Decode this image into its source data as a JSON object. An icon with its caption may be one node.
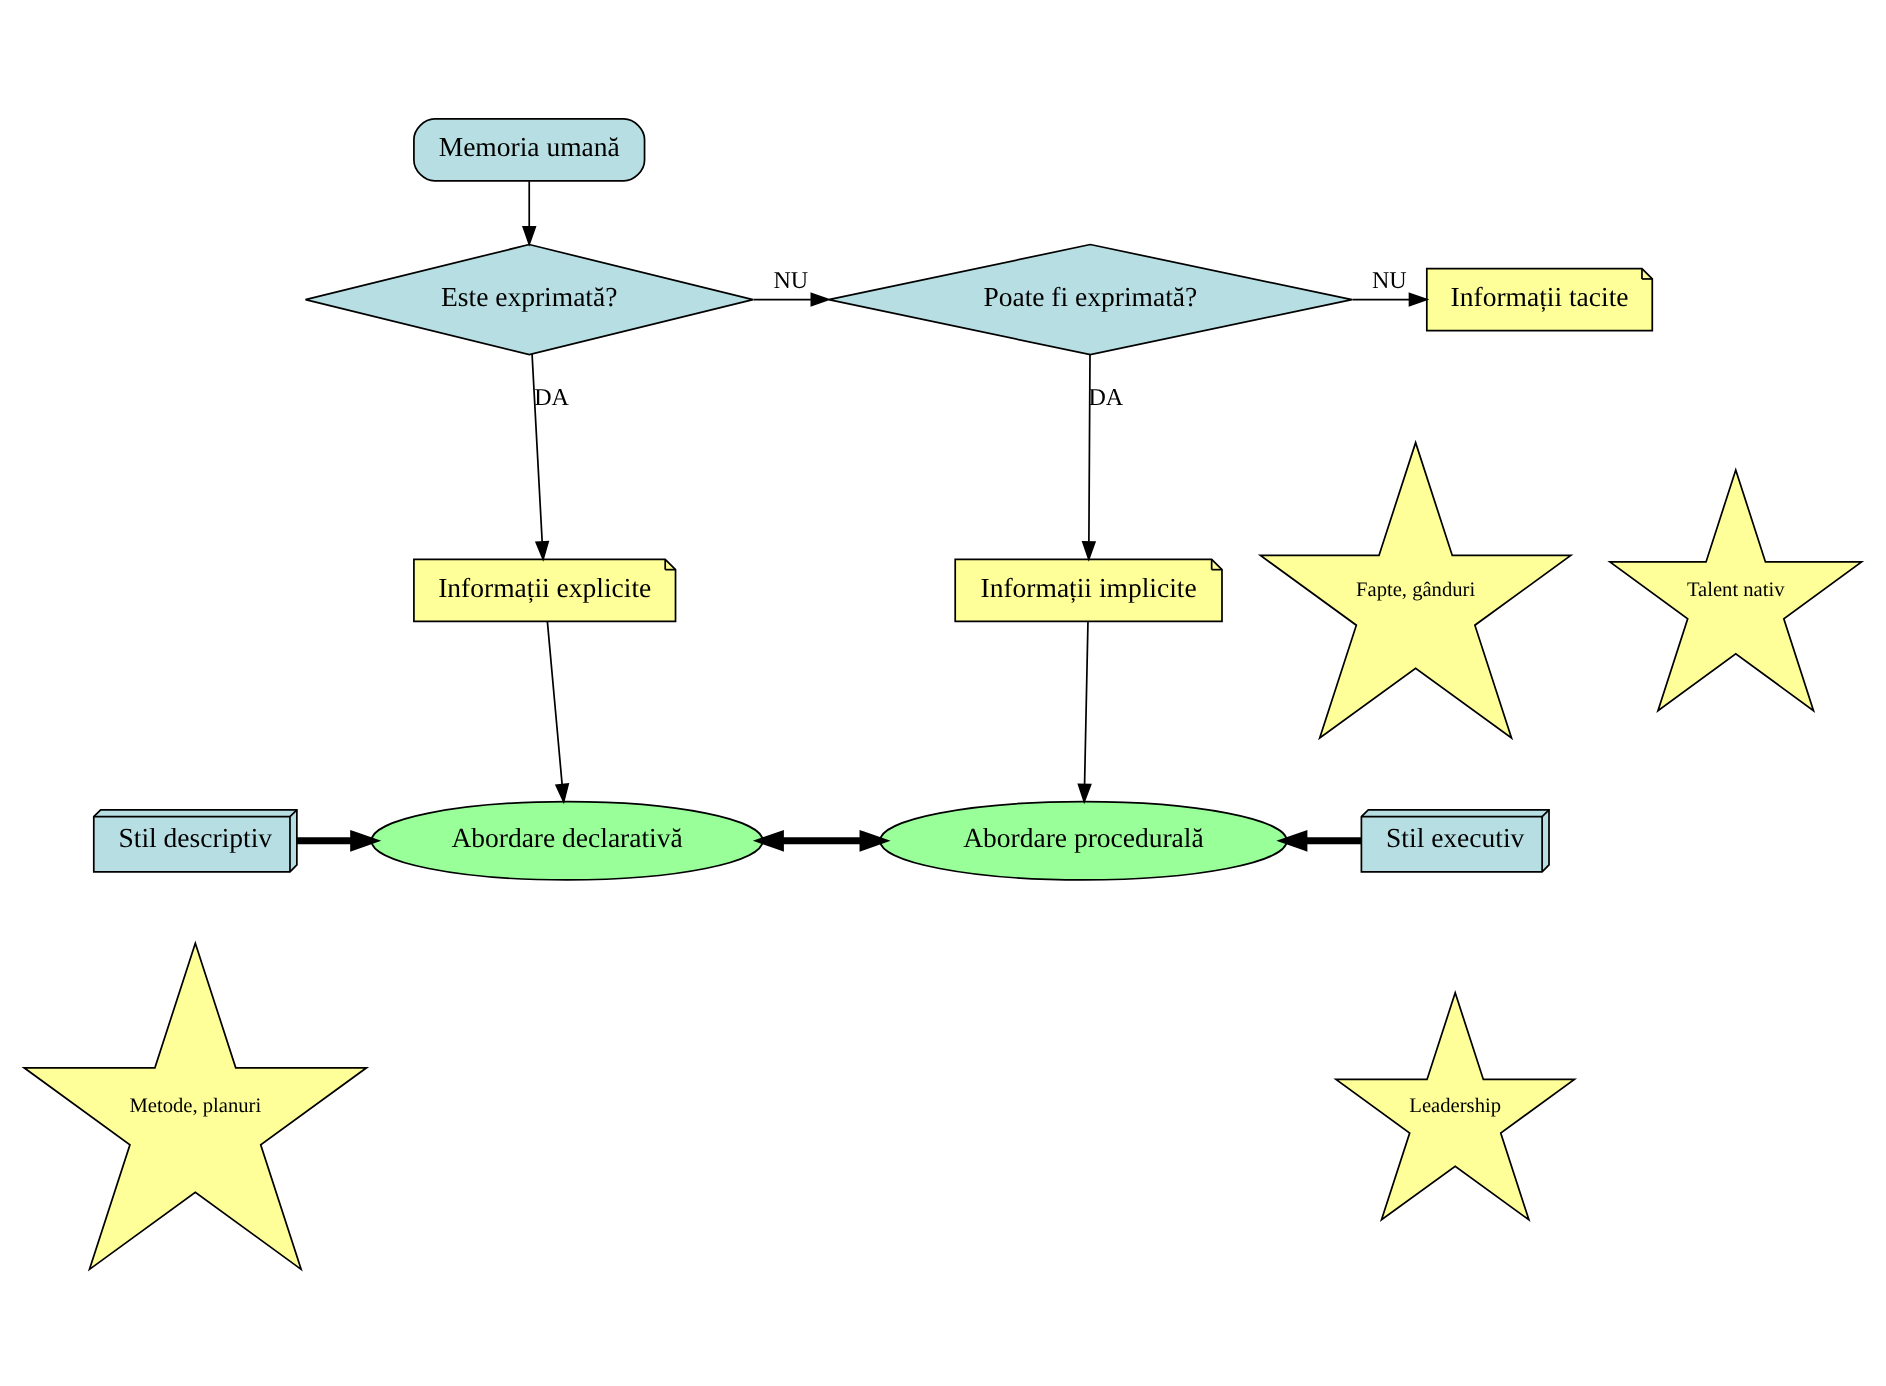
{
  "diagram": {
    "nodes": [
      {
        "text": [
          "Memoria umană"
        ]
      },
      {
        "text": [
          "Este exprimată?"
        ]
      },
      {
        "text": [
          "Poate fi exprimată?"
        ]
      },
      {
        "text": [
          "Informații tacite"
        ]
      },
      {
        "text": [
          "Informații explicite"
        ]
      },
      {
        "text": [
          "Informații implicite"
        ]
      },
      {
        "text": [
          "Fapte, gânduri"
        ]
      },
      {
        "text": [
          "Stil descriptiv"
        ]
      },
      {
        "text": [
          "Metode, planuri"
        ]
      },
      {
        "text": [
          "Abordare declarativă"
        ]
      },
      {
        "text": [
          "Abordare procedurală"
        ]
      },
      {
        "text": [
          "Talent nativ"
        ]
      },
      {
        "text": [
          "Stil executiv"
        ]
      },
      {
        "text": [
          "Leadership"
        ]
      }
    ],
    "edges": [
      {
        "from": 0,
        "to": 1,
        "arrow": "to"
      },
      {
        "from": 1,
        "to": 2,
        "arrow": "to",
        "label": "NU"
      },
      {
        "from": 2,
        "to": 3,
        "arrow": "to",
        "label": "NU"
      },
      {
        "from": 1,
        "to": 4,
        "arrow": "to",
        "label": "DA"
      },
      {
        "from": 2,
        "to": 5,
        "arrow": "to",
        "label": "DA"
      },
      {
        "from": 4,
        "to": 9,
        "arrow": "to"
      },
      {
        "from": 5,
        "to": 10,
        "arrow": "to"
      },
      {
        "from": 7,
        "to": 9,
        "arrow": "to",
        "style": "thick"
      },
      {
        "from": 9,
        "to": 10,
        "arrow": "both",
        "style": "thick"
      },
      {
        "from": 12,
        "to": 10,
        "arrow": "to",
        "style": "thick"
      }
    ]
  }
}
